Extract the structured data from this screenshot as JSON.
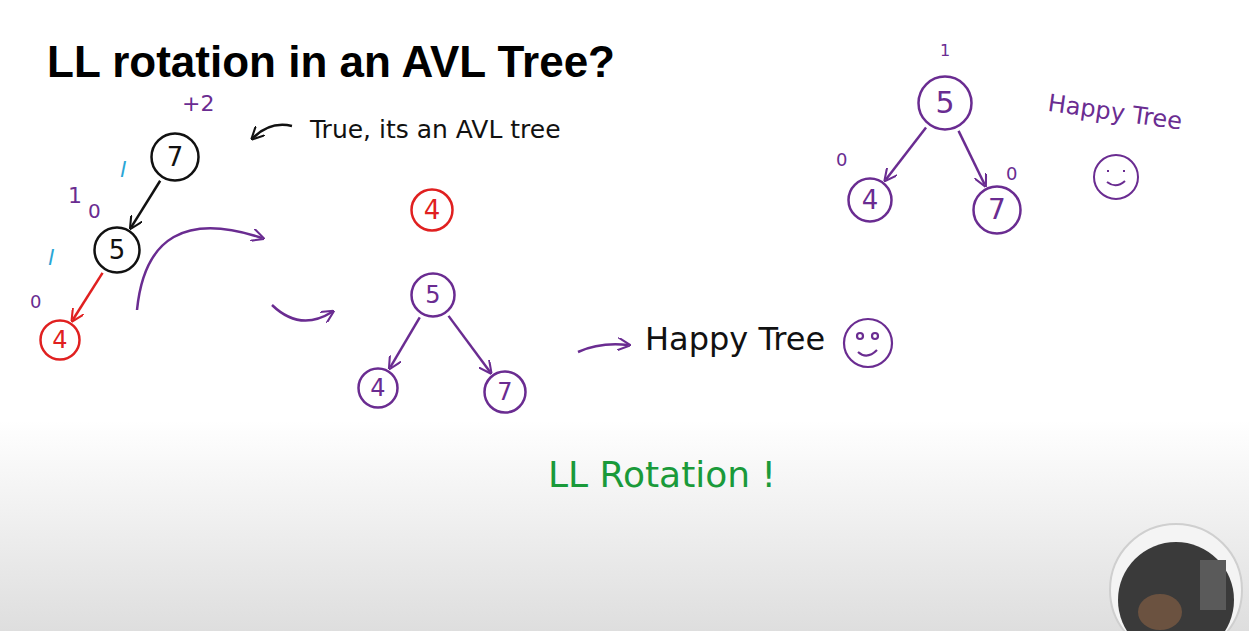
{
  "diagram": {
    "title": "LL rotation in an AVL Tree?",
    "nodes": [
      {
        "text": [
          "7"
        ]
      },
      {
        "text": [
          "5"
        ]
      },
      {
        "text": [
          "4"
        ]
      },
      {
        "text": [
          "4"
        ]
      },
      {
        "text": [
          "5"
        ]
      },
      {
        "text": [
          "4"
        ]
      },
      {
        "text": [
          "7"
        ]
      },
      {
        "text": [
          "5"
        ]
      },
      {
        "text": [
          "4"
        ]
      },
      {
        "text": [
          "7"
        ]
      }
    ],
    "edges": [
      {
        "from": 0,
        "to": 1,
        "arrow": "to"
      },
      {
        "from": 1,
        "to": 2,
        "arrow": "to"
      },
      {
        "from": 4,
        "to": 5,
        "arrow": "to"
      },
      {
        "from": 4,
        "to": 6,
        "arrow": "to"
      },
      {
        "from": 7,
        "to": 8,
        "arrow": "to"
      },
      {
        "from": 7,
        "to": 9,
        "arrow": "to"
      }
    ],
    "labels": [
      "+2",
      "l",
      "1",
      "0",
      "l",
      "0",
      "True, its an AVL tree",
      "Happy Tree",
      "LL Rotation !",
      "1",
      "0",
      "0",
      "Happy Tree"
    ]
  }
}
